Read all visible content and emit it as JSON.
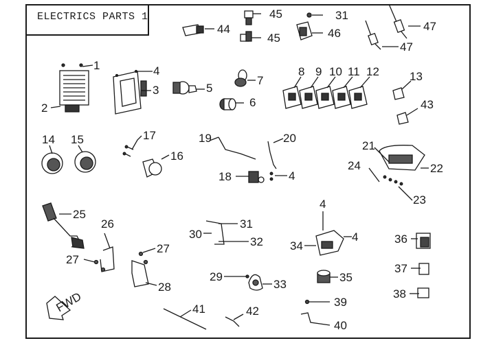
{
  "title": "ELECTRICS PARTS 1",
  "arrow_text": "FWD",
  "callouts": [
    {
      "id": "c1",
      "text": "1"
    },
    {
      "id": "c2",
      "text": "2"
    },
    {
      "id": "c3",
      "text": "3"
    },
    {
      "id": "c4a",
      "text": "4"
    },
    {
      "id": "c5",
      "text": "5"
    },
    {
      "id": "c6",
      "text": "6"
    },
    {
      "id": "c7",
      "text": "7"
    },
    {
      "id": "c8",
      "text": "8"
    },
    {
      "id": "c9",
      "text": "9"
    },
    {
      "id": "c10",
      "text": "10"
    },
    {
      "id": "c11",
      "text": "11"
    },
    {
      "id": "c12",
      "text": "12"
    },
    {
      "id": "c13",
      "text": "13"
    },
    {
      "id": "c43",
      "text": "43"
    },
    {
      "id": "c14",
      "text": "14"
    },
    {
      "id": "c15",
      "text": "15"
    },
    {
      "id": "c16",
      "text": "16"
    },
    {
      "id": "c17",
      "text": "17"
    },
    {
      "id": "c19",
      "text": "19"
    },
    {
      "id": "c20",
      "text": "20"
    },
    {
      "id": "c18",
      "text": "18"
    },
    {
      "id": "c4b",
      "text": "4"
    },
    {
      "id": "c21",
      "text": "21"
    },
    {
      "id": "c22",
      "text": "22"
    },
    {
      "id": "c23",
      "text": "23"
    },
    {
      "id": "c24",
      "text": "24"
    },
    {
      "id": "c25",
      "text": "25"
    },
    {
      "id": "c26",
      "text": "26"
    },
    {
      "id": "c27a",
      "text": "27"
    },
    {
      "id": "c27b",
      "text": "27"
    },
    {
      "id": "c28",
      "text": "28"
    },
    {
      "id": "c29",
      "text": "29"
    },
    {
      "id": "c30",
      "text": "30"
    },
    {
      "id": "c31a",
      "text": "31"
    },
    {
      "id": "c32",
      "text": "32"
    },
    {
      "id": "c33",
      "text": "33"
    },
    {
      "id": "c34",
      "text": "34"
    },
    {
      "id": "c4c",
      "text": "4"
    },
    {
      "id": "c4d",
      "text": "4"
    },
    {
      "id": "c35",
      "text": "35"
    },
    {
      "id": "c36",
      "text": "36"
    },
    {
      "id": "c37",
      "text": "37"
    },
    {
      "id": "c38",
      "text": "38"
    },
    {
      "id": "c39",
      "text": "39"
    },
    {
      "id": "c40",
      "text": "40"
    },
    {
      "id": "c41",
      "text": "41"
    },
    {
      "id": "c42",
      "text": "42"
    },
    {
      "id": "c44",
      "text": "44"
    },
    {
      "id": "c45a",
      "text": "45"
    },
    {
      "id": "c45b",
      "text": "45"
    },
    {
      "id": "c31b",
      "text": "31"
    },
    {
      "id": "c46",
      "text": "46"
    },
    {
      "id": "c47a",
      "text": "47"
    },
    {
      "id": "c47b",
      "text": "47"
    }
  ]
}
